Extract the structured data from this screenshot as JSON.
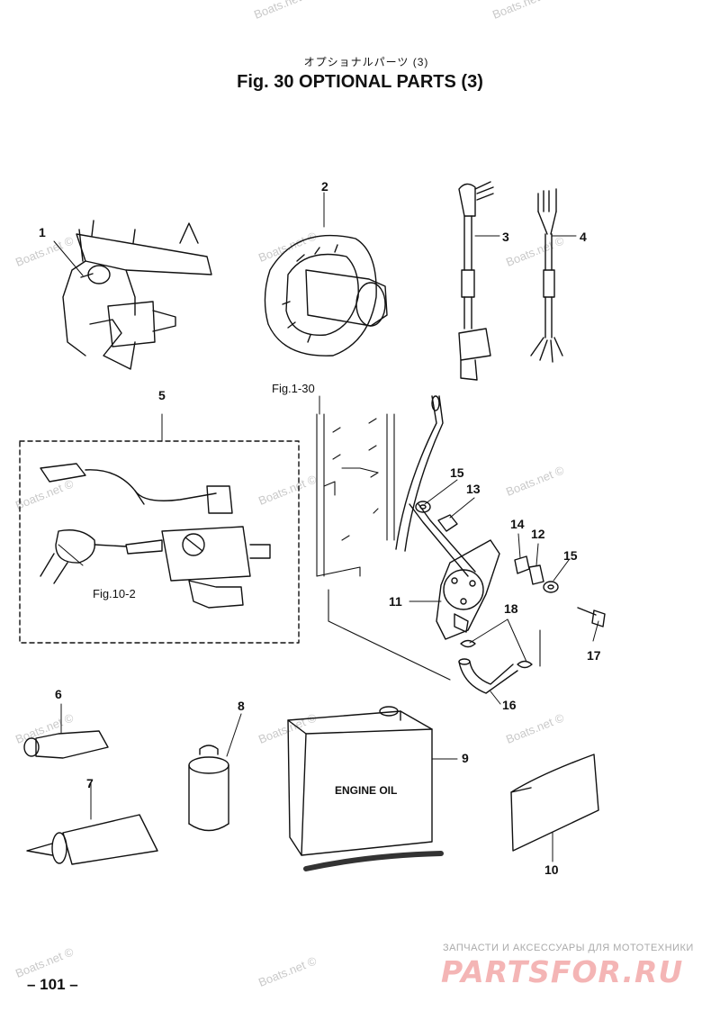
{
  "header": {
    "subtitle_jp": "オプショナルパーツ (3)",
    "title": "Fig. 30 OPTIONAL PARTS (3)"
  },
  "callouts": {
    "p1": "1",
    "p2": "2",
    "p3": "3",
    "p4": "4",
    "p5": "5",
    "p6": "6",
    "p7": "7",
    "p8": "8",
    "p9": "9",
    "p10": "10",
    "p11": "11",
    "p12": "12",
    "p13": "13",
    "p14": "14",
    "p15a": "15",
    "p15b": "15",
    "p16": "16",
    "p17": "17",
    "p18": "18"
  },
  "references": {
    "fig_1_30": "Fig.1-30",
    "fig_10_2": "Fig.10-2"
  },
  "labels": {
    "engine_oil": "ENGINE OIL"
  },
  "watermark": "Boats.net ©",
  "footer": {
    "page_number": "– 101 –",
    "shop_text": "ЗАПЧАСТИ И АКСЕССУАРЫ ДЛЯ МОТОТЕХНИКИ",
    "shop_logo": "PARTSFOR.RU"
  }
}
